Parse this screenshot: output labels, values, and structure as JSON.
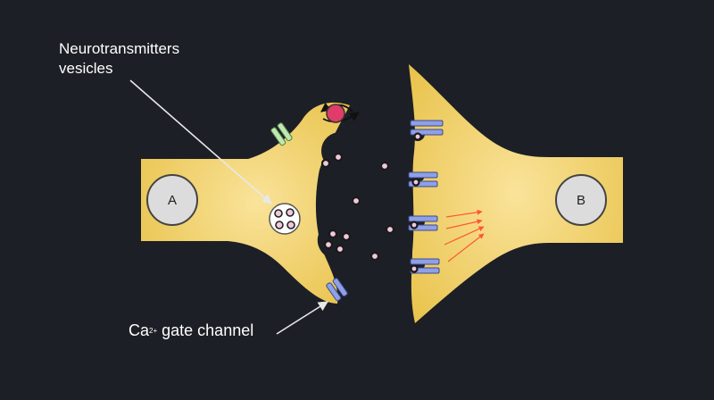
{
  "labels": {
    "vesicles_line1": "Neurotransmitters",
    "vesicles_line2": "vesicles",
    "channel_ca": "Ca",
    "channel_charge": "2+",
    "channel_rest": " gate channel"
  },
  "cells": {
    "left": "A",
    "right": "B"
  },
  "colors": {
    "background": "#1d1f26",
    "neuron": "#f0cf5e",
    "neurotransmitter": "#f0c8dc",
    "calcium_ion": "#e03c6a",
    "receptor": "#8ea0e8",
    "green_channel": "#bfe8b0",
    "signal_arrows": "#ff5533",
    "annotation_lines": "#e8e8e8"
  }
}
